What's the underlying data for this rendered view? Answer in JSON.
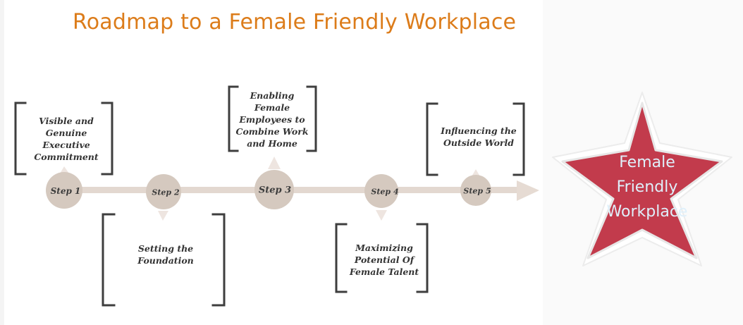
{
  "title": "Roadmap to a Female Friendly Workplace",
  "steps": [
    {
      "label": "Step 1",
      "text": "Visible and Genuine Executive Commitment"
    },
    {
      "label": "Step 2",
      "text": "Setting the Foundation"
    },
    {
      "label": "Step 3",
      "text": "Enabling Female Employees to Combine Work and Home"
    },
    {
      "label": "Step 4",
      "text": "Maximizing Potential Of Female Talent"
    },
    {
      "label": "Step 5",
      "text": "Influencing the Outside World"
    }
  ],
  "goal": "Female Friendly Workplace",
  "colors": {
    "title": "#dc7c1a",
    "timeline": "#e3d8d0",
    "step_circle": "#d5c9bf",
    "bracket": "#3e3e3e",
    "star_fill": "#c23b4c",
    "star_text": "#dff0fb"
  }
}
